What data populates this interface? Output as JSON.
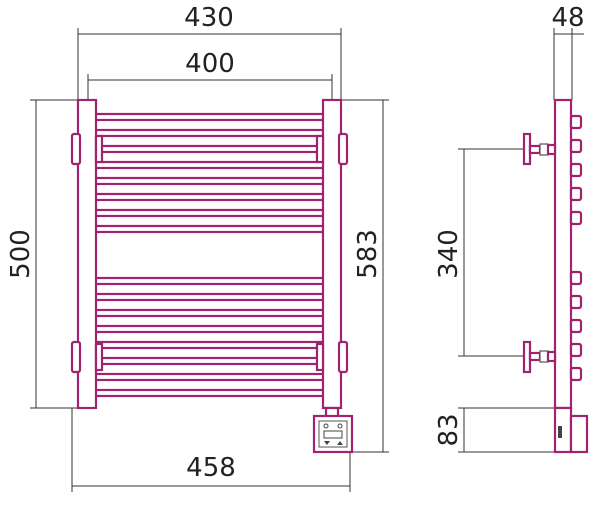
{
  "colors": {
    "product": "#a0236f",
    "dimension": "#333333"
  },
  "front_view": {
    "overall_width_label": "430",
    "bar_width_label": "400",
    "height_label": "500",
    "total_height_label": "583",
    "bottom_width_label": "458"
  },
  "side_view": {
    "depth_label": "48",
    "mount_spacing_label": "340",
    "heater_height_label": "83"
  },
  "controller": {
    "icons": [
      "power-icon",
      "settings-icon",
      "down-arrow-icon",
      "up-arrow-icon"
    ]
  }
}
